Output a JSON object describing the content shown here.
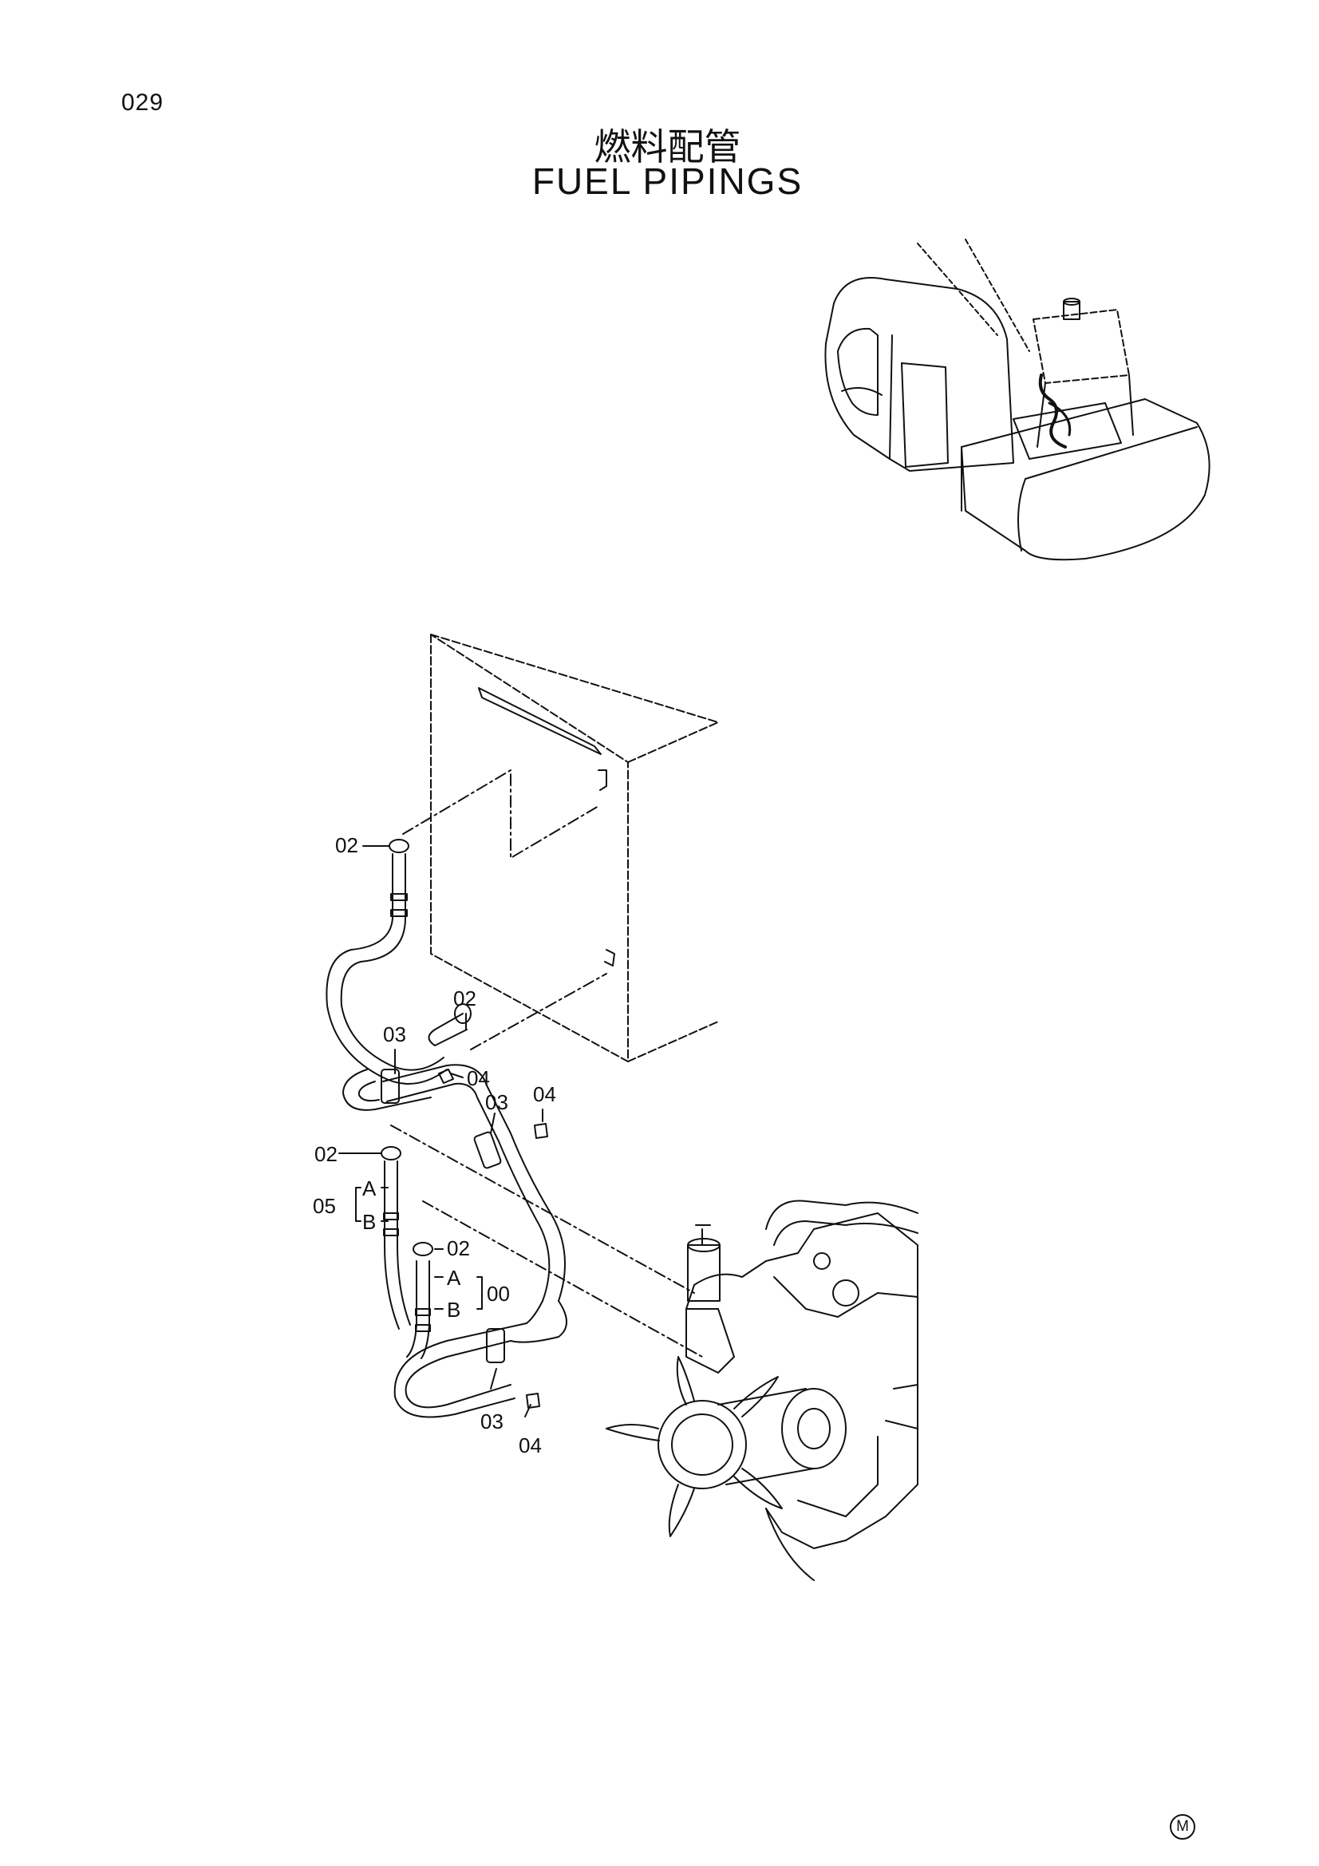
{
  "page": {
    "number": "029",
    "title_jp": "燃料配管",
    "title_en": "FUEL PIPINGS",
    "footer_mark": "M"
  },
  "callouts": {
    "c02_top": "02",
    "c02_mid": "02",
    "c02_left": "02",
    "c02_low": "02",
    "c03_a": "03",
    "c03_b": "03",
    "c03_c": "03",
    "c04_a": "04",
    "c04_b": "04",
    "c04_c": "04",
    "c05": "05",
    "c00": "00",
    "a_upper": "A",
    "b_upper": "B",
    "a_lower": "A",
    "b_lower": "B"
  }
}
